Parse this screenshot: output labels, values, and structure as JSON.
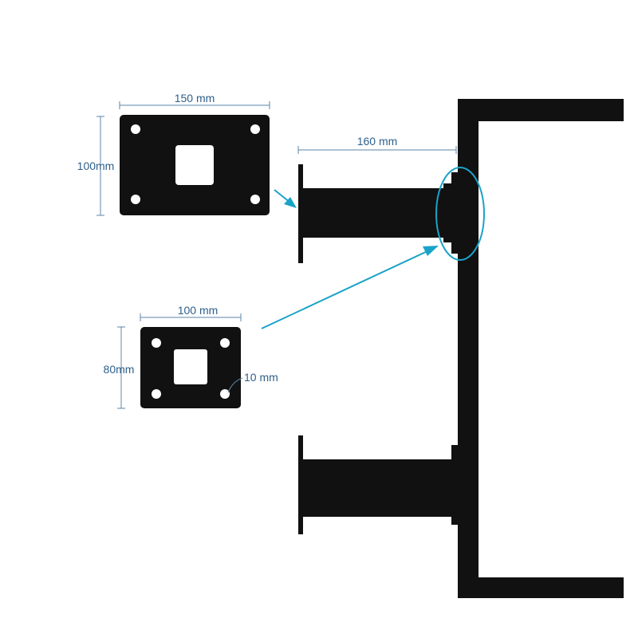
{
  "large_plate": {
    "width_label": "150 mm",
    "height_label": "100mm"
  },
  "small_plate": {
    "width_label": "100 mm",
    "height_label": "80mm",
    "hole_label": "10 mm"
  },
  "bracket": {
    "length_label": "160 mm"
  },
  "colors": {
    "metal": "#111111",
    "dimension": "#2e5f8a",
    "pointer": "#1aa3c8"
  }
}
